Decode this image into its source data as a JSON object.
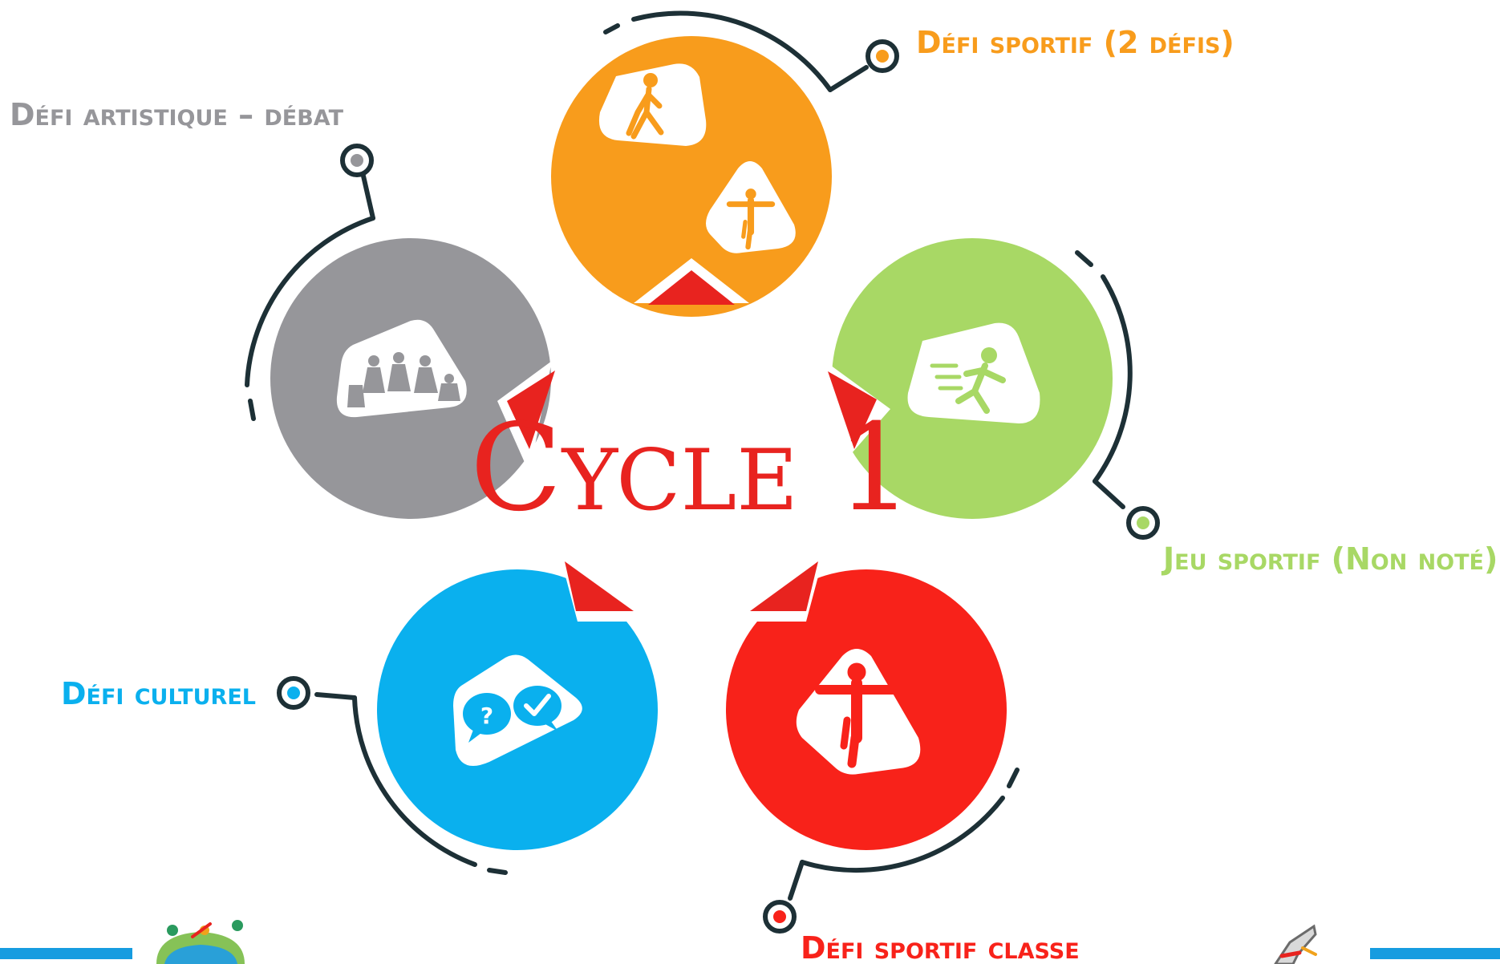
{
  "title": "Cycle 1",
  "labels": {
    "sport_two": "Défi sportif (2 défis)",
    "artistic": "Défi artistique – débat",
    "game": "Jeu sportif (Non noté)",
    "cultural": "Défi culturel",
    "class_sport": "Défi sportif classe"
  },
  "colors": {
    "orange": "#f89c1c",
    "gray": "#96969a",
    "green": "#a8d865",
    "blue": "#0ab0ee",
    "red": "#f8221a",
    "title": "#e8231f",
    "connector": "#1d3036",
    "bar": "#169ce0"
  },
  "icons": {
    "orange": [
      "hiking-person-icon",
      "balance-person-icon"
    ],
    "gray": "group-discussion-icon",
    "green": "running-person-icon",
    "blue": "question-answer-bubbles-icon",
    "red": "balance-person-icon"
  }
}
